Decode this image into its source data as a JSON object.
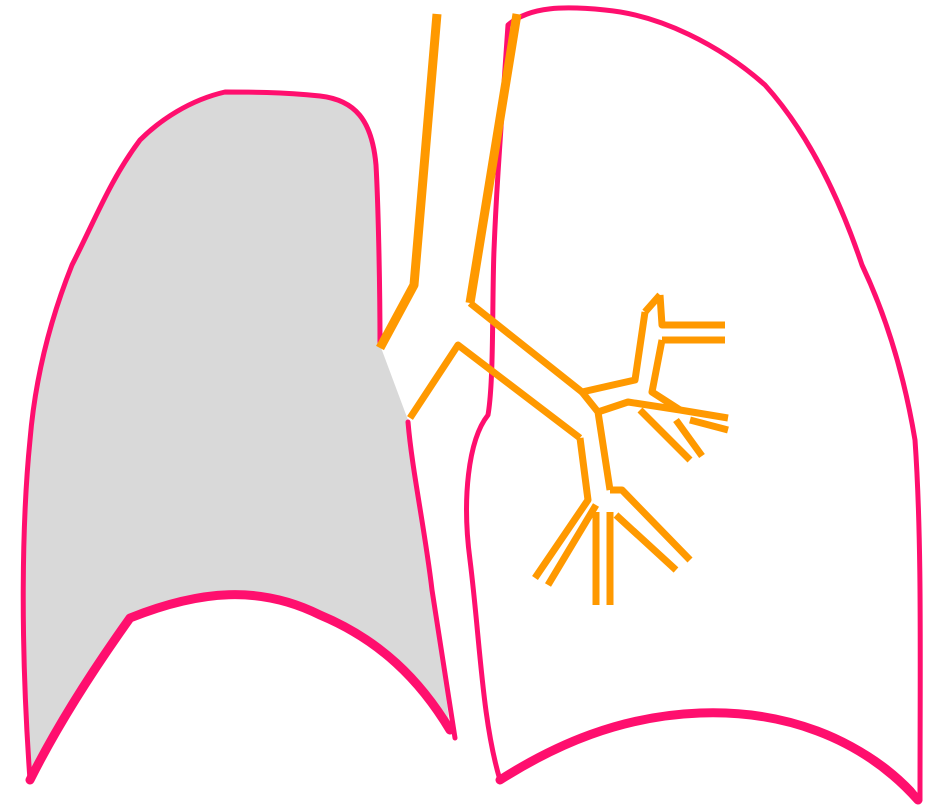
{
  "diagram": {
    "colors": {
      "background": "#ffffff",
      "lung_outline": "#ff0f6e",
      "airway": "#ff9900",
      "affected_lung_fill": "#d9d9d9",
      "healthy_lung_fill": "#ffffff"
    },
    "lungs": [
      {
        "side": "left-of-image",
        "state": "shaded"
      },
      {
        "side": "right-of-image",
        "state": "unshaded"
      }
    ]
  }
}
